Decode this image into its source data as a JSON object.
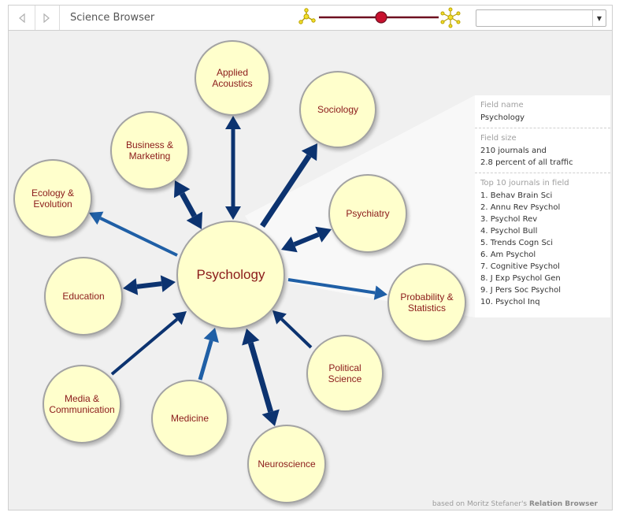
{
  "app": {
    "title": "Science Browser",
    "back_icon": "back-arrow-icon",
    "forward_icon": "forward-arrow-icon"
  },
  "slider": {
    "left_icon": "small-network-icon",
    "right_icon": "large-network-icon",
    "value": 0.5
  },
  "search": {
    "value": ""
  },
  "colors": {
    "node_fill": "#ffffcc",
    "node_text": "#8b1a1a",
    "arrow_dark": "#0c3370",
    "arrow_light": "#1f5fa6",
    "canvas": "#f0f0f0"
  },
  "graph": {
    "center": "Psychology",
    "nodes": [
      "Applied\nAcoustics",
      "Sociology",
      "Business &\nMarketing",
      "Ecology &\nEvolution",
      "Psychiatry",
      "Education",
      "Probability &\nStatistics",
      "Political\nScience",
      "Media &\nCommunication",
      "Medicine",
      "Neuroscience"
    ]
  },
  "info": {
    "field_name_label": "Field name",
    "field_name": "Psychology",
    "field_size_label": "Field size",
    "field_size_line1": "210 journals and",
    "field_size_line2": "2.8 percent of all traffic",
    "top_label": "Top 10 journals in field",
    "journals": [
      "1. Behav Brain Sci",
      "2. Annu Rev Psychol",
      "3. Psychol Rev",
      "4. Psychol Bull",
      "5. Trends Cogn Sci",
      "6. Am Psychol",
      "7. Cognitive Psychol",
      "8. J Exp Psychol Gen",
      "9. J Pers Soc Psychol",
      "10. Psychol Inq"
    ]
  },
  "credit": {
    "prefix": "based on Moritz Stefaner's",
    "name": "Relation Browser"
  }
}
